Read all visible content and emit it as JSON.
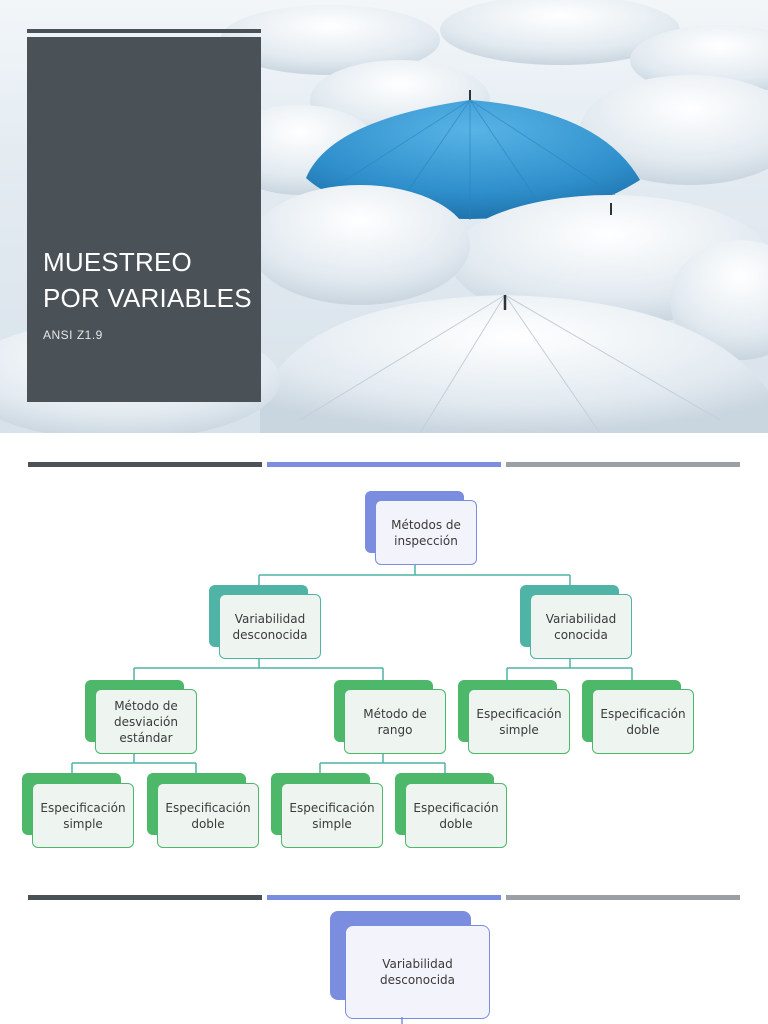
{
  "slide1": {
    "title_line1": "MUESTREO",
    "title_line2": "POR VARIABLES",
    "subtitle": "ANSI Z1.9"
  },
  "slide2": {
    "root": "Métodos de\ninspección",
    "left": "Variabilidad\ndesconocida",
    "right": "Variabilidad\nconocida",
    "desv": "Método de\ndesviación\nestándar",
    "rango": "Método de\nrango",
    "conocida_simple": "Especificación\nsimple",
    "conocida_doble": "Especificación\ndoble",
    "desv_simple": "Especificación\nsimple",
    "desv_doble": "Especificación\ndoble",
    "rango_simple": "Especificación\nsimple",
    "rango_doble": "Especificación\ndoble"
  },
  "slide3": {
    "node": "Variabilidad\ndesconocida"
  },
  "colors": {
    "panel": "#4a5257",
    "accent_blue": "#7b8ddf",
    "accent_teal": "#4fb3a6",
    "accent_green": "#4db86a",
    "umbrella_blue": "#3d9fd6"
  }
}
